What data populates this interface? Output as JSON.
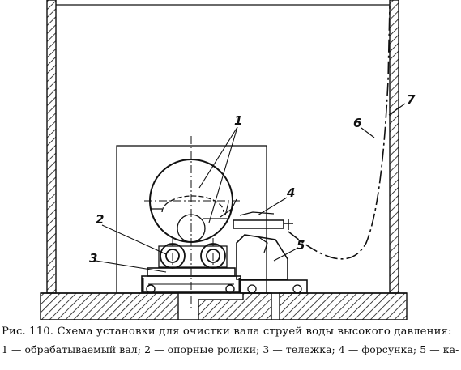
{
  "figure": {
    "labels": [
      "1",
      "2",
      "3",
      "4",
      "5",
      "6",
      "7"
    ]
  },
  "caption": {
    "line1": "Рис. 110. Схема установки для очистки вала струей воды высокого давления:",
    "line2": "1 — обрабатываемый вал; 2 — опорные ролики; 3 — тележка; 4 — форсунка; 5 — ка-"
  }
}
